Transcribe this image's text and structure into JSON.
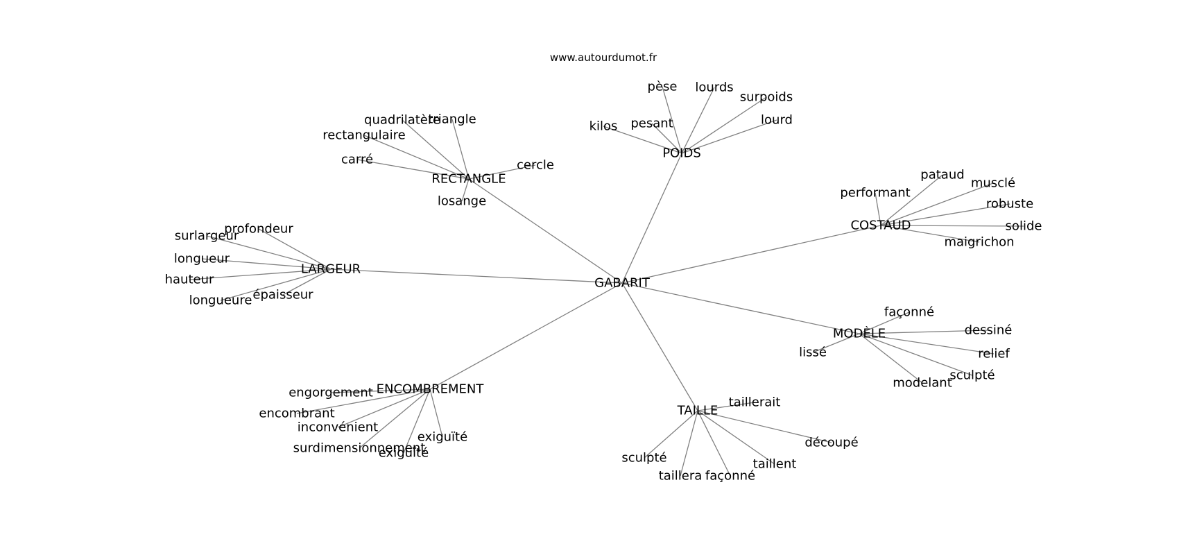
{
  "source": "www.autourdumot.fr",
  "graph": {
    "center": "GABARIT",
    "groups": [
      {
        "hub": "POIDS",
        "leaves": [
          "pèse",
          "lourds",
          "surpoids",
          "lourd",
          "pesant",
          "kilos"
        ]
      },
      {
        "hub": "RECTANGLE",
        "leaves": [
          "quadrilatère",
          "triangle",
          "rectangulaire",
          "carré",
          "cercle",
          "losange"
        ]
      },
      {
        "hub": "COSTAUD",
        "leaves": [
          "pataud",
          "musclé",
          "performant",
          "robuste",
          "solide",
          "maigrichon"
        ]
      },
      {
        "hub": "LARGEUR",
        "leaves": [
          "profondeur",
          "surlargeur",
          "longueur",
          "hauteur",
          "épaisseur",
          "longueure"
        ]
      },
      {
        "hub": "MODÈLE",
        "leaves": [
          "façonné",
          "dessiné",
          "lissé",
          "relief",
          "sculpté",
          "modelant"
        ]
      },
      {
        "hub": "ENCOMBREMENT",
        "leaves": [
          "engorgement",
          "encombrant",
          "inconvénient",
          "exiguïté",
          "surdimensionnement",
          "exiguïté"
        ]
      },
      {
        "hub": "TAILLE",
        "leaves": [
          "taillerait",
          "découpé",
          "taillent",
          "façonné",
          "taillera",
          "sculpté"
        ]
      }
    ]
  }
}
